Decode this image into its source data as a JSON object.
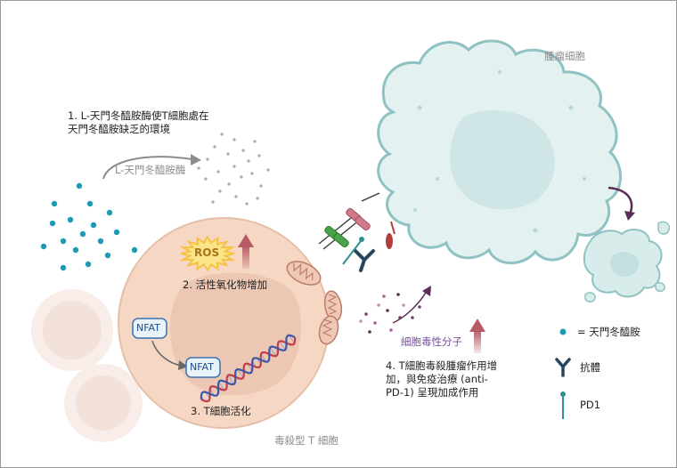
{
  "labels": {
    "tumor_cell": "腫瘤細胞",
    "step1": "1. L-天門冬醯胺酶使T細胞處在\n天門冬醯胺缺乏的環境",
    "enzyme": "L-天門冬醯胺酶",
    "ros": "ROS",
    "step2": "2. 活性氧化物增加",
    "nfat_outer": "NFAT",
    "nfat_inner": "NFAT",
    "step3": "3. T細胞活化",
    "killer_t_cell": "毒殺型 T 細胞",
    "cytotoxic_molecules": "細胞毒性分子",
    "step4": "4. T細胞毒殺腫瘤作用增\n加，與免疫治療 (anti-\nPD-1) 呈現加成作用"
  },
  "legend": {
    "items": [
      {
        "symbol": "dot",
        "label": "= 天門冬醯胺"
      },
      {
        "symbol": "antibody",
        "label": "抗體"
      },
      {
        "symbol": "pd1",
        "label": "PD1"
      }
    ]
  },
  "colors": {
    "t_cell_outer": "#f5d7c4",
    "t_cell_inner": "#ecc7b4",
    "tumor": "#e3f1f1",
    "tumor_outline": "#8fc2c3",
    "asparagine_dot": "#1e9ab5",
    "arrow_up": "#b85a66",
    "purple_arrow": "#5a2d55",
    "ros_burst": "#f5c242"
  }
}
